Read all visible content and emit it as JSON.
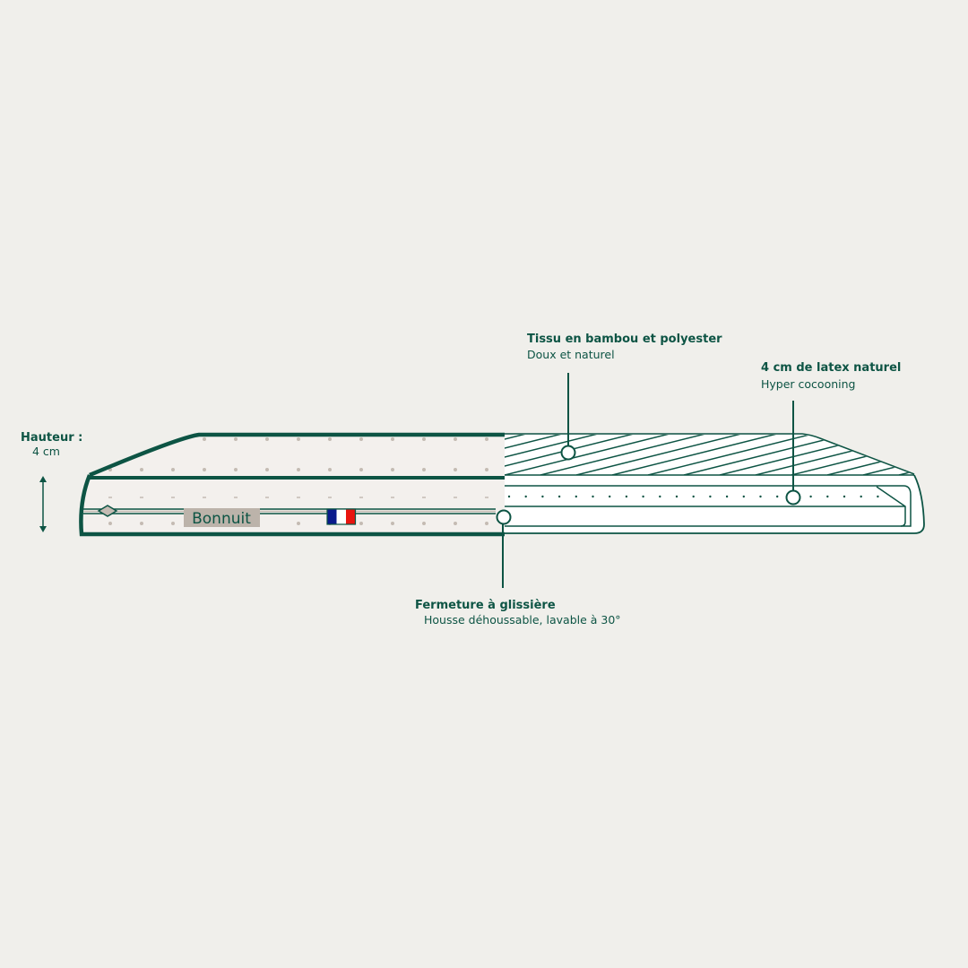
{
  "colors": {
    "background": "#f0efeb",
    "green": "#0d5444",
    "dot": "#c4bbb3",
    "cover": "#f3f0ed",
    "label_bg": "#bcb3aa",
    "flag_blue": "#0a1a8c",
    "flag_red": "#e8140f"
  },
  "height_label": {
    "title": "Hauteur :",
    "value": "4 cm"
  },
  "callouts": {
    "fabric": {
      "title": "Tissu en bambou et polyester",
      "subtitle": "Doux et naturel"
    },
    "latex": {
      "title": "4 cm de latex naturel",
      "subtitle": "Hyper cocooning"
    },
    "zipper": {
      "title": "Fermeture à glissière",
      "subtitle": "Housse déhoussable, lavable à 30°"
    }
  },
  "brand_label": "Bonnuit",
  "icons": {
    "flag": "france-flag-icon",
    "arrow": "double-arrow-vertical-icon",
    "zipper_pull": "zipper-pull-icon"
  }
}
